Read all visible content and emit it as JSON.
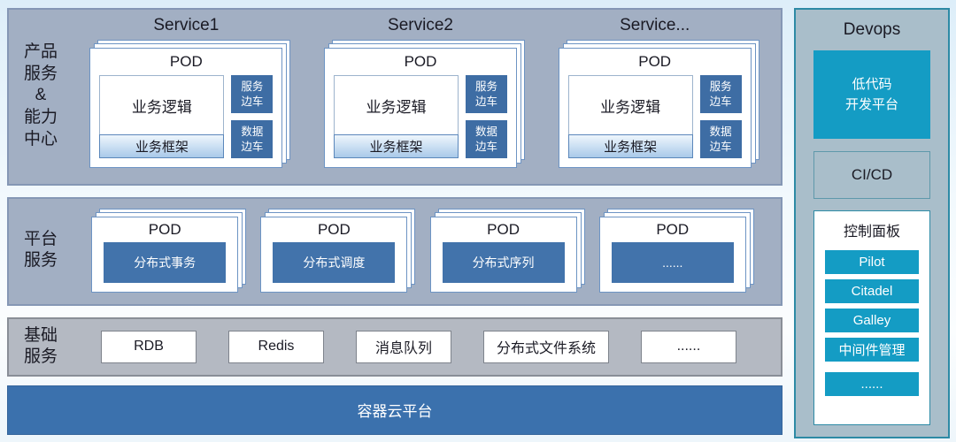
{
  "colors": {
    "row_background": "#a2afc3",
    "row_border": "#8597b5",
    "steel_blue": "#3f70a8",
    "basic_row_background": "#b4b9c2",
    "container_bar_blue": "#3b71ad",
    "devops_background": "#a9beca",
    "devops_border_teal": "#2d8aa5",
    "cyan_accent": "#149cc4",
    "framework_bar_gradient_top": "#eef6fc",
    "framework_bar_gradient_bottom": "#a9c9e9",
    "text_dark": "#1a1a24"
  },
  "products_row": {
    "label": "产品\n服务\n&\n能力\n中心",
    "services": [
      {
        "title": "Service1",
        "pod": {
          "title": "POD",
          "logic": "业务逻辑",
          "framework": "业务框架",
          "sidecar_top": "服务\n边车",
          "sidecar_bottom": "数据\n边车"
        }
      },
      {
        "title": "Service2",
        "pod": {
          "title": "POD",
          "logic": "业务逻辑",
          "framework": "业务框架",
          "sidecar_top": "服务\n边车",
          "sidecar_bottom": "数据\n边车"
        }
      },
      {
        "title": "Service...",
        "pod": {
          "title": "POD",
          "logic": "业务逻辑",
          "framework": "业务框架",
          "sidecar_top": "服务\n边车",
          "sidecar_bottom": "数据\n边车"
        }
      }
    ]
  },
  "platform_row": {
    "label": "平台\n服务",
    "pods": [
      {
        "title": "POD",
        "label": "分布式事务"
      },
      {
        "title": "POD",
        "label": "分布式调度"
      },
      {
        "title": "POD",
        "label": "分布式序列"
      },
      {
        "title": "POD",
        "label": "......"
      }
    ]
  },
  "basic_row": {
    "label": "基础\n服务",
    "items": [
      "RDB",
      "Redis",
      "消息队列",
      "分布式文件系统",
      "......"
    ]
  },
  "container_platform": {
    "label": "容器云平台"
  },
  "devops": {
    "title": "Devops",
    "lowcode_label": "低代码\n开发平台",
    "cicd_label": "CI/CD",
    "panel": {
      "title": "控制面板",
      "buttons": [
        "Pilot",
        "Citadel",
        "Galley",
        "中间件管理",
        "......"
      ]
    }
  }
}
